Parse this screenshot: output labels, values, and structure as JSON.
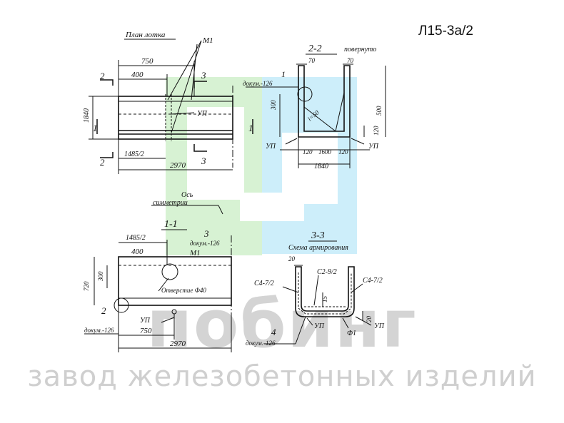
{
  "drawing_code": "Л15-3а/2",
  "watermark": {
    "brand": "побинг",
    "subtitle": "завод железобетонных изделий"
  },
  "plan": {
    "title": "План лотка",
    "section_marks": {
      "s2": "2",
      "s3": "3",
      "s1": "1"
    },
    "label_m1": "М1",
    "label_up": "УП",
    "dims": {
      "d750": "750",
      "d400": "400",
      "d1840": "1840",
      "d1485_2": "1485/2",
      "d2970": "2970"
    }
  },
  "section_2_2": {
    "title": "2-2",
    "note": "повернуто",
    "callout_number": "1",
    "callout_doc": "докум.-126",
    "dims": {
      "d70_left": "70",
      "d70_right": "70",
      "d300": "300",
      "d500": "500",
      "i_50": "i=50",
      "d120_right": "120",
      "d120_left": "120",
      "d1600": "1600",
      "d120_b": "120",
      "d1840": "1840"
    },
    "label_up_left": "УП",
    "label_up_right": "УП"
  },
  "axis_label": {
    "line1": "Ось",
    "line2": "симметрии"
  },
  "section_1_1": {
    "title": "1-1",
    "dims": {
      "d1485_2": "1485/2",
      "d400": "400",
      "d300": "300",
      "d720": "720",
      "d750": "750",
      "d2970": "2970"
    },
    "callout3_number": "3",
    "callout3_doc": "докум.-126",
    "label_m1": "М1",
    "hole_label": "Отверстие Ф40",
    "callout2_number": "2",
    "callout2_doc": "докум.-126",
    "label_up": "УП"
  },
  "section_3_3": {
    "title": "3-3",
    "subtitle": "Схема армирования",
    "dims": {
      "d20_top": "20",
      "d15": "15",
      "d20_side": "20"
    },
    "label_c4_left": "С4-7/2",
    "label_c2": "С2-9/2",
    "label_c4_right": "С4-7/2",
    "label_up_left": "УП",
    "label_f1": "Ф1",
    "label_up_right": "УП",
    "callout4_number": "4",
    "callout4_doc": "докум.-126"
  },
  "colors": {
    "line": "#111111",
    "watermark_green": "#d7f2d3",
    "watermark_blue": "#cdeefa",
    "watermark_text": "#d4d4d4"
  }
}
